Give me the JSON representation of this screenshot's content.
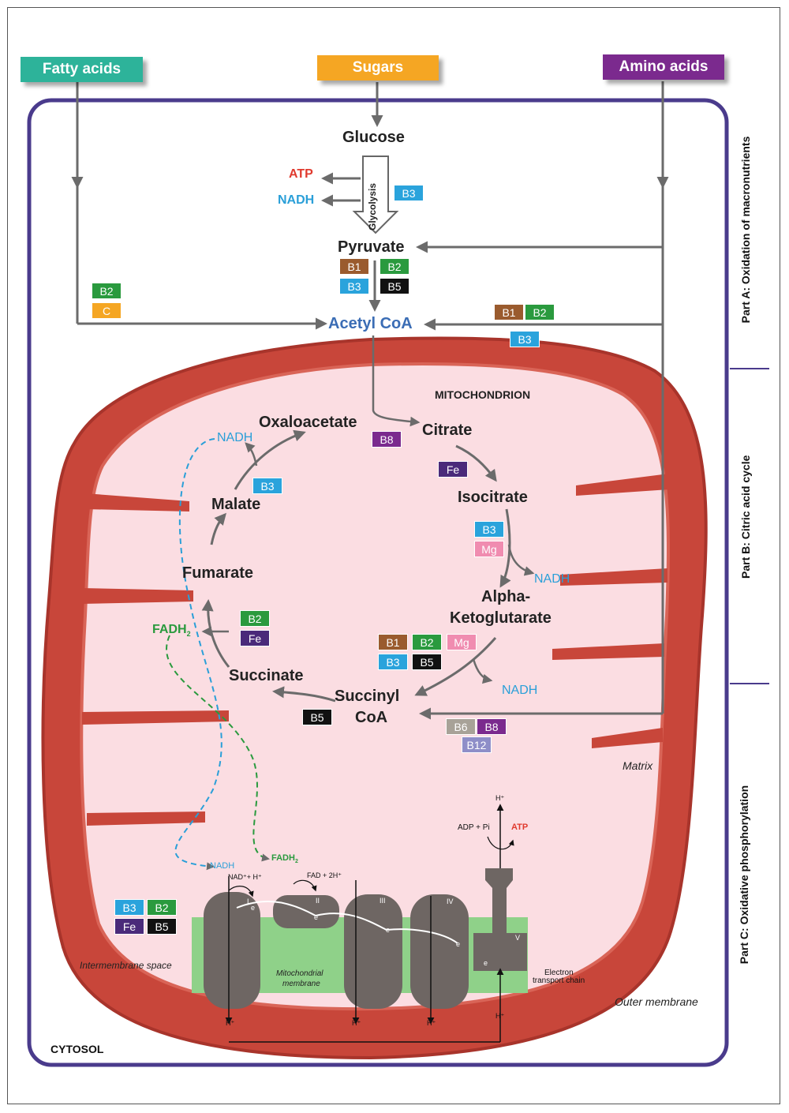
{
  "sources": {
    "fatty_acids": "Fatty acids",
    "sugars": "Sugars",
    "amino_acids": "Amino acids"
  },
  "metabolites": {
    "glucose": "Glucose",
    "pyruvate": "Pyruvate",
    "acetyl_coa": "Acetyl CoA",
    "oxaloacetate": "Oxaloacetate",
    "citrate": "Citrate",
    "isocitrate": "Isocitrate",
    "alpha_kg_1": "Alpha-",
    "alpha_kg_2": "Ketoglutarate",
    "succinyl_1": "Succinyl",
    "succinyl_2": "CoA",
    "succinate": "Succinate",
    "fumarate": "Fumarate",
    "malate": "Malate"
  },
  "glycolysis": "Glycolysis",
  "atp": "ATP",
  "nadh": "NADH",
  "fadh": "FADH",
  "mitochondrion": "MITOCHONDRION",
  "matrix": "Matrix",
  "cytosol": "CYTOSOL",
  "intermembrane": "Intermembrane space",
  "mito_membrane_1": "Mitochondrial",
  "mito_membrane_2": "membrane",
  "etc_1": "Electron",
  "etc_2": "transport chain",
  "outer_membrane": "Outer membrane",
  "parts": {
    "a": "Part A: Oxidation of macronutrients",
    "b": "Part B: Citric acid cycle",
    "c": "Part C: Oxidative phosphorylation"
  },
  "etc": {
    "nad": "NAD⁺+ H⁺",
    "fad": "FAD + 2H⁺",
    "adp": "ADP + Pi",
    "atp": "ATP",
    "h": "H⁺",
    "e": "e",
    "c1": "I",
    "c2": "II",
    "c3": "III",
    "c4": "IV",
    "c5": "V"
  },
  "vitamins": {
    "B1": "B1",
    "B2": "B2",
    "B3": "B3",
    "B5": "B5",
    "B6": "B6",
    "B8": "B8",
    "B12": "B12",
    "C": "C",
    "Fe": "Fe",
    "Mg": "Mg"
  },
  "colors": {
    "fatty_acids": "#2db39a",
    "sugars": "#f5a623",
    "amino_acids": "#7b2a8e",
    "B1": "#9a5b2e",
    "B2": "#2a9a3e",
    "B3": "#2aa3dc",
    "B5": "#111111",
    "B6": "#a8a298",
    "B8": "#7b2a8e",
    "B12": "#8e8ec8",
    "C": "#f5a623",
    "Fe": "#4a2a7a",
    "Mg": "#f08cb0",
    "mito": "#c8463a",
    "matrix": "#fbdde2",
    "border": "#4a3b8c"
  }
}
